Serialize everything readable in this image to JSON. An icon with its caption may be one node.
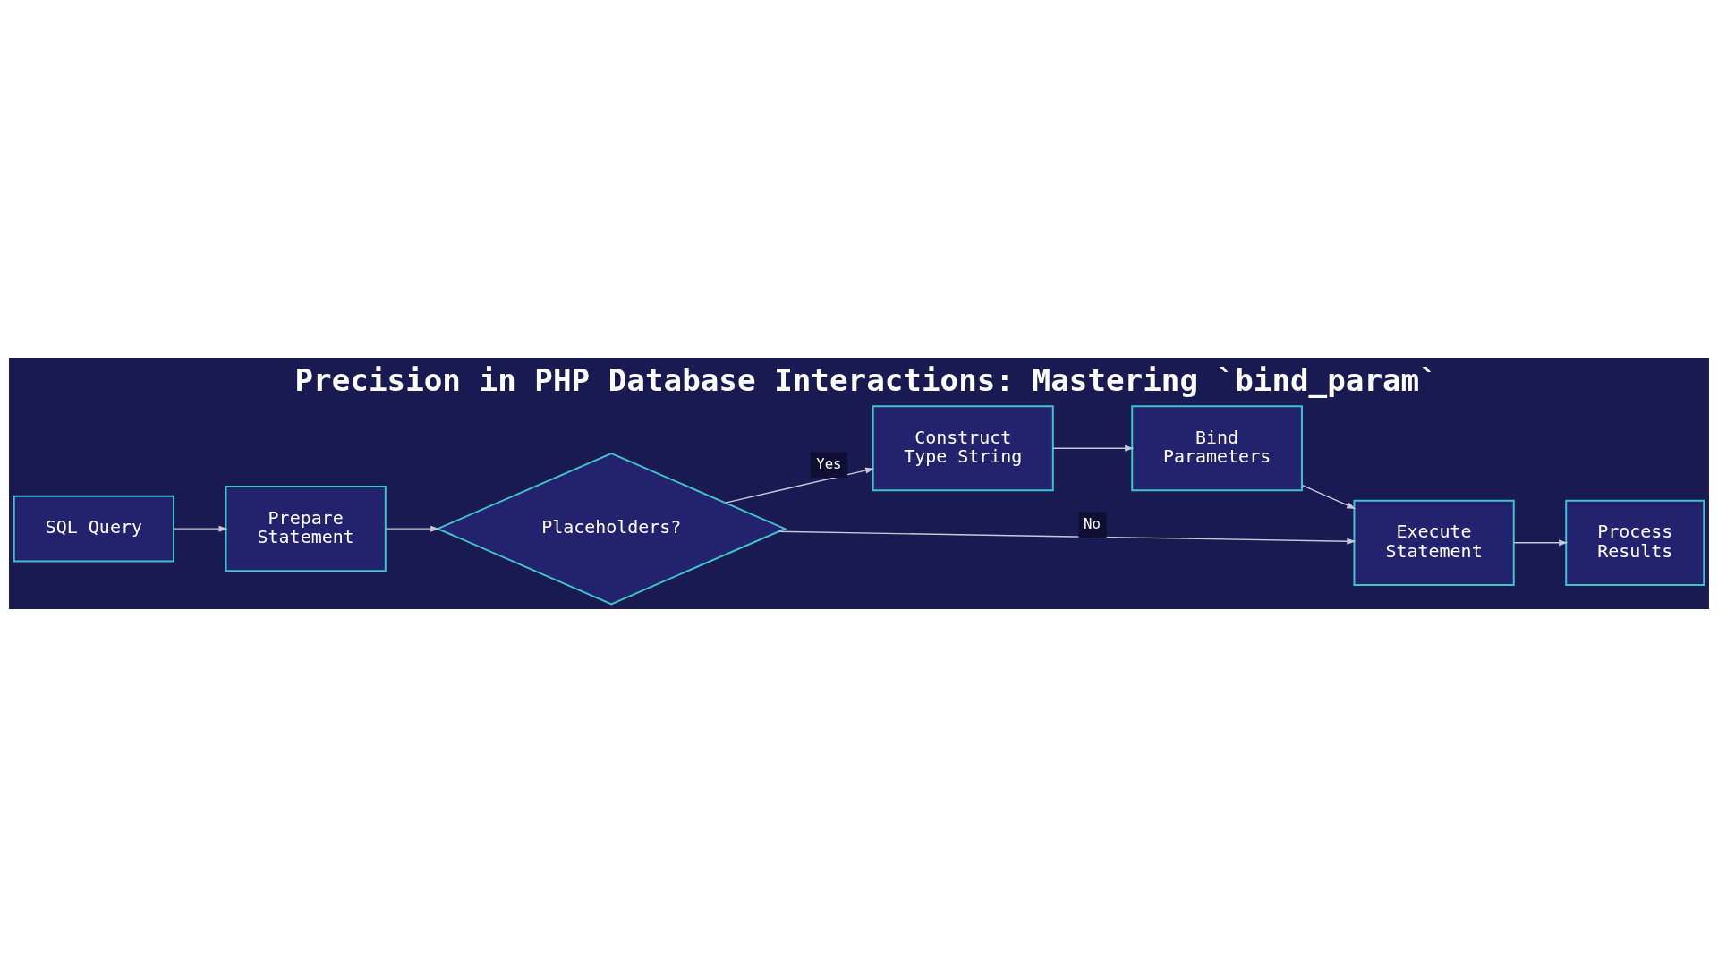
{
  "diagram": {
    "title": "Precision in PHP Database Interactions: Mastering `bind_param`",
    "nodes": [
      {
        "text": [
          "SQL Query"
        ]
      },
      {
        "text": [
          "Prepare Statement"
        ]
      },
      {
        "text": [
          "Placeholders?"
        ]
      },
      {
        "text": [
          "Construct Type String"
        ]
      },
      {
        "text": [
          "Bind Parameters"
        ]
      },
      {
        "text": [
          "Execute Statement"
        ]
      },
      {
        "text": [
          "Process Results"
        ]
      }
    ],
    "edges": [
      {
        "from": 0,
        "to": 1,
        "arrow": "to"
      },
      {
        "from": 1,
        "to": 2,
        "arrow": "to"
      },
      {
        "from": 2,
        "to": 3,
        "arrow": "to",
        "label": "Yes"
      },
      {
        "from": 3,
        "to": 4,
        "arrow": "to"
      },
      {
        "from": 4,
        "to": 5,
        "arrow": "to"
      },
      {
        "from": 2,
        "to": 5,
        "arrow": "to",
        "label": "No"
      },
      {
        "from": 5,
        "to": 6,
        "arrow": "to"
      }
    ]
  }
}
